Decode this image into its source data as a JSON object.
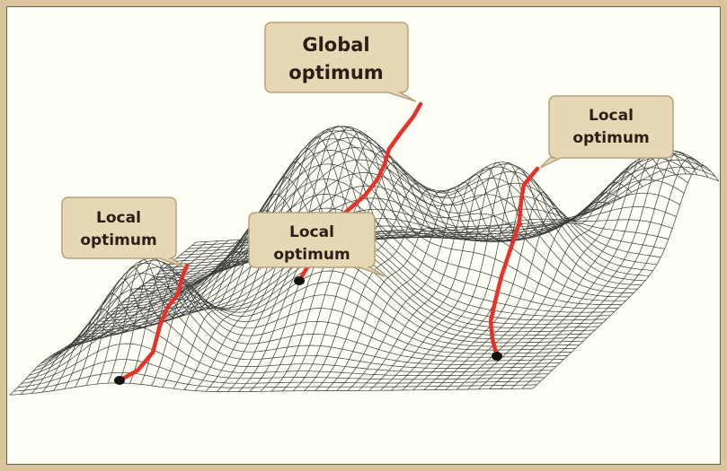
{
  "callouts": {
    "global": {
      "line1": "Global",
      "line2": "optimum"
    },
    "local_left": {
      "line1": "Local",
      "line2": "optimum"
    },
    "local_center": {
      "line1": "Local",
      "line2": "optimum"
    },
    "local_right": {
      "line1": "Local",
      "line2": "optimum"
    }
  },
  "colors": {
    "frame": "#d9c49c",
    "panel": "#fefef4",
    "callout_fill": "#e7d8b5",
    "callout_stroke": "#b5a07c",
    "mesh": "#3a3a3a",
    "path": "#e5332a",
    "start_point": "#111111"
  }
}
